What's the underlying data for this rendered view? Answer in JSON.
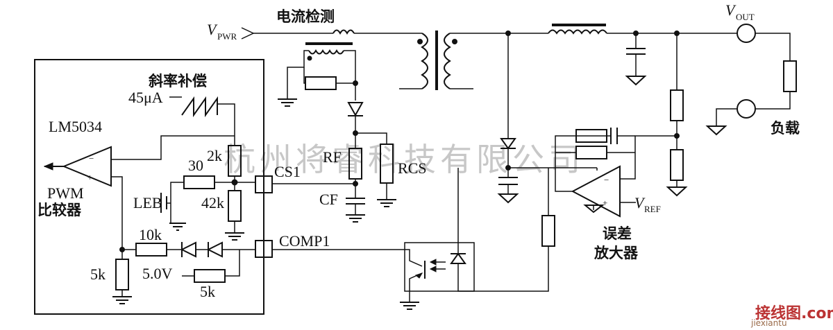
{
  "watermark": "杭州将睿科技有限公司",
  "symbols": {
    "minus": "−",
    "plus": "+"
  },
  "labels": {
    "current_sense": "电流检测",
    "vpwr_v": "V",
    "vpwr_sub": "PWR",
    "slope_comp": "斜率补偿",
    "ramp_current": "45μA",
    "ic_part": "LM5034",
    "r_2k": "2k",
    "r_30": "30",
    "cs1": "CS1",
    "r_42k": "42k",
    "leb": "LEB",
    "pwm": "PWM",
    "comparator": "比较器",
    "r_10k": "10k",
    "comp1": "COMP1",
    "r_5k": "5k",
    "v5": "5.0V",
    "rf": "RF",
    "rcs": "RCS",
    "cf": "CF",
    "vout_v": "V",
    "vout_sub": "OUT",
    "load": "负载",
    "vref_v": "V",
    "vref_sub": "REF",
    "error_amp_line1": "误差",
    "error_amp_line2": "放大器"
  },
  "corner": {
    "logo": "接线图.com",
    "url": "jiexiantu"
  }
}
